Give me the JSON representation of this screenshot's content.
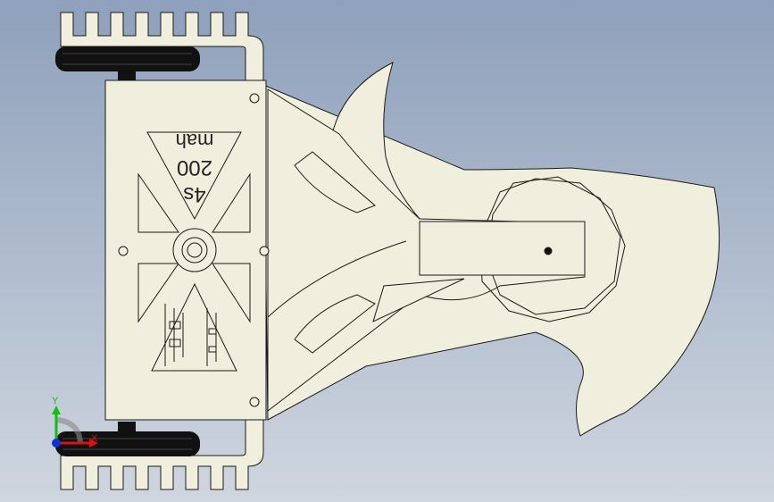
{
  "colors": {
    "bg_top": "#8ea0bb",
    "bg_bottom": "#cfd6df",
    "part_fill": "#f0eedc",
    "part_edge": "#1a1a1a",
    "wheel": "#111111",
    "axis_x": "#e01010",
    "axis_y": "#10c010",
    "axis_z": "#1030e0"
  },
  "plate_text": {
    "line1": "mah",
    "line2": "200",
    "line3": "4s"
  },
  "triad": {
    "x_label": "X",
    "y_label": "Y"
  },
  "icons": {
    "triad": "coordinate-triad-icon"
  }
}
